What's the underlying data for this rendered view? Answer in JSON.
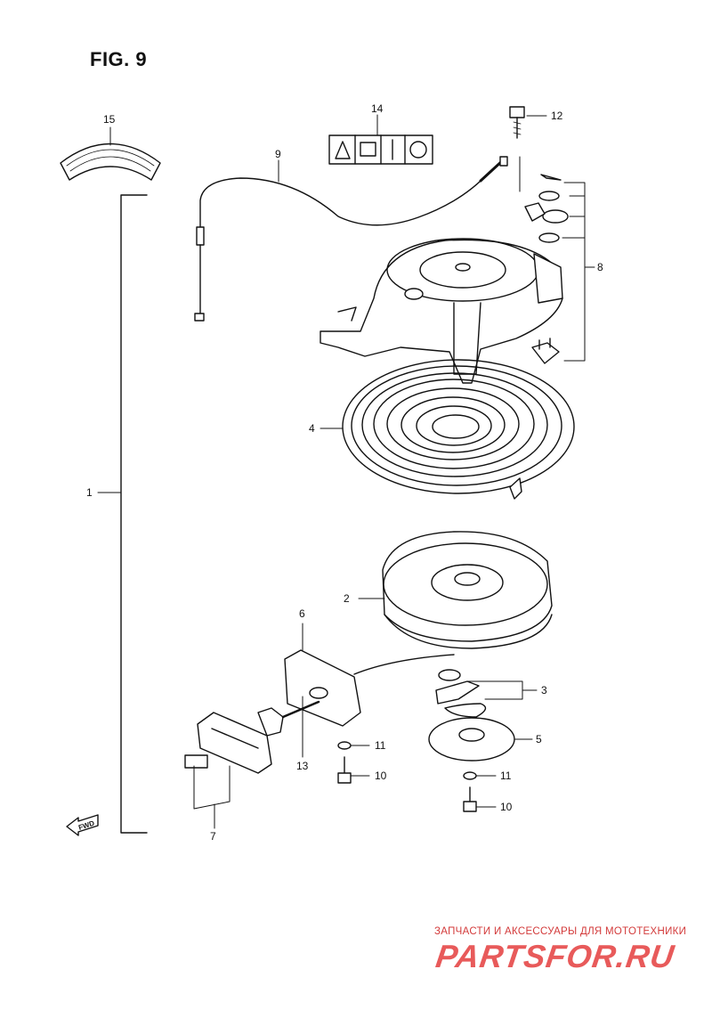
{
  "figure": {
    "title": "FIG. 9"
  },
  "callouts": [
    {
      "id": "1",
      "label": "1"
    },
    {
      "id": "2",
      "label": "2"
    },
    {
      "id": "3",
      "label": "3"
    },
    {
      "id": "4",
      "label": "4"
    },
    {
      "id": "5",
      "label": "5"
    },
    {
      "id": "6",
      "label": "6"
    },
    {
      "id": "7",
      "label": "7"
    },
    {
      "id": "8",
      "label": "8"
    },
    {
      "id": "9",
      "label": "9"
    },
    {
      "id": "10a",
      "label": "10"
    },
    {
      "id": "10b",
      "label": "10"
    },
    {
      "id": "11a",
      "label": "11"
    },
    {
      "id": "11b",
      "label": "11"
    },
    {
      "id": "12",
      "label": "12"
    },
    {
      "id": "13",
      "label": "13"
    },
    {
      "id": "14",
      "label": "14"
    },
    {
      "id": "15",
      "label": "15"
    }
  ],
  "direction_badge": {
    "label": "FWD"
  },
  "watermark": {
    "tagline": "ЗАПЧАСТИ И АКСЕССУАРЫ ДЛЯ МОТОТЕХНИКИ",
    "logo": "PARTSFOR.RU",
    "color": "#e85a5a"
  }
}
